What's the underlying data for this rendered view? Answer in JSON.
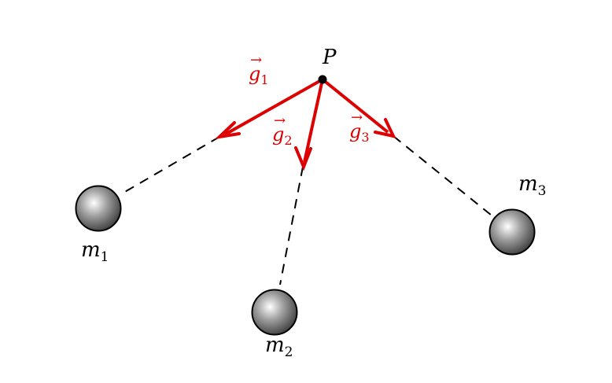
{
  "point": {
    "label": "P"
  },
  "masses": [
    {
      "name": "m",
      "sub": "1"
    },
    {
      "name": "m",
      "sub": "2"
    },
    {
      "name": "m",
      "sub": "3"
    }
  ],
  "vectors": [
    {
      "name": "g",
      "sub": "1",
      "arrow": "→"
    },
    {
      "name": "g",
      "sub": "2",
      "arrow": "→"
    },
    {
      "name": "g",
      "sub": "3",
      "arrow": "→"
    }
  ],
  "colors": {
    "vector": "#dd0000",
    "point": "#000000",
    "dashed_line": "#000000",
    "sphere_light": "#ffffff",
    "sphere_mid": "#a0a0a0",
    "sphere_dark": "#404040",
    "sphere_outline": "#000000"
  }
}
